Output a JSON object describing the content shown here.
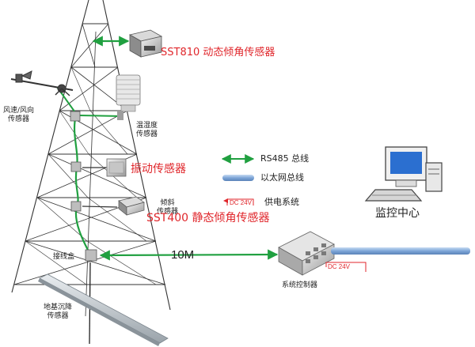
{
  "labels": {
    "sst810": "SST810 动态倾角传感器",
    "wind": [
      "风速/风向",
      "传感器"
    ],
    "temp": [
      "温湿度",
      "传感器"
    ],
    "vibration": "振动传感器",
    "tilt": [
      "倾斜",
      "传感器"
    ],
    "sst400": "SST400 静态倾角传感器",
    "junction": "接线盒",
    "settlement": [
      "地基沉降",
      "传感器"
    ],
    "distance": "10M",
    "controller": "系统控制器",
    "monitor": "监控中心"
  },
  "legend": {
    "rs485": "RS485 总线",
    "ethernet": "以太网总线",
    "power": "供电系统",
    "dc_tag": "DC 24V"
  },
  "controller_dc": "DC 24V",
  "colors": {
    "rs485": "#20a040",
    "ethernet": "#7ea6d8",
    "power": "#e0262b",
    "tower": "#333333",
    "label_red": "#e0262b"
  }
}
